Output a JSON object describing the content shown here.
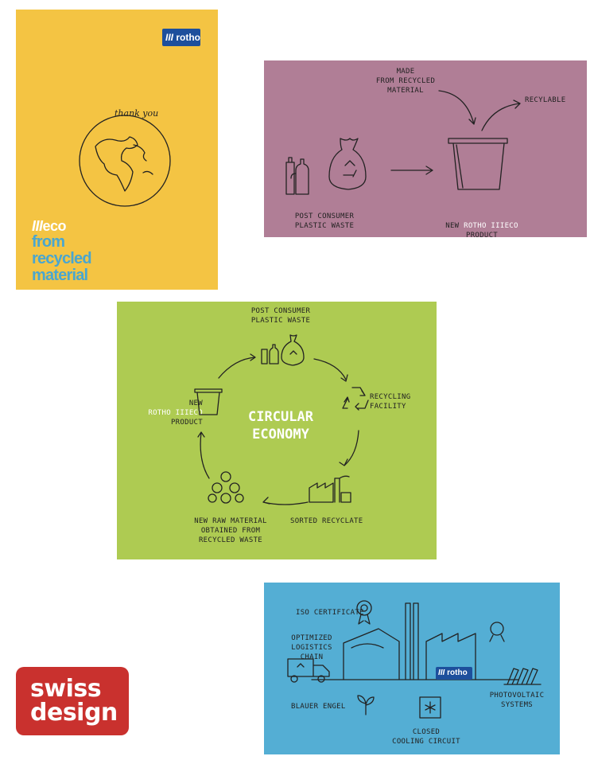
{
  "yellow_card": {
    "logo_text": "rotho",
    "handwriting": "thank you",
    "eco_label": "eco",
    "line1": "from",
    "line2": "recycled",
    "line3": "material",
    "colors": {
      "background": "#f4c443",
      "eco_white": "#ffffff",
      "text_blue": "#4aa6cf",
      "logo_blue": "#1d4f9c"
    }
  },
  "pink_card": {
    "made_from": "MADE\nFROM RECYCLED\nMATERIAL",
    "recylable": "RECYLABLE",
    "post_consumer": "POST CONSUMER\nPLASTIC WASTE",
    "new_label": "NEW",
    "brand_label": "ROTHO IIIECO",
    "product_label": "PRODUCT",
    "background": "#b07e96"
  },
  "green_card": {
    "title_line1": "CIRCULAR",
    "title_line2": "ECONOMY",
    "post_consumer": "POST CONSUMER\nPLASTIC WASTE",
    "recycling_facility": "RECYCLING\nFACILITY",
    "sorted_recyclate": "SORTED RECYCLATE",
    "new_raw_material": "NEW RAW MATERIAL\nOBTAINED FROM\nRECYCLED WASTE",
    "new_label": "NEW",
    "brand_label": "ROTHO IIIECO",
    "product_label": "PRODUCT",
    "background": "#aecb52"
  },
  "blue_card": {
    "iso": "ISO CERTIFICATE",
    "logistics": "OPTIMIZED\nLOGISTICS CHAIN",
    "blauer_engel": "BLAUER ENGEL",
    "cooling": "CLOSED\nCOOLING CIRCUIT",
    "photovoltaic": "PHOTOVOLTAIC\nSYSTEMS",
    "logo_text": "rotho",
    "background": "#54aed4"
  },
  "swiss_badge": {
    "line1": "swiss",
    "line2": "design",
    "background": "#c9312e"
  },
  "icons": [
    "recycle-icon",
    "trash-bag-icon",
    "bottles-icon",
    "bin-icon",
    "arrow-icon",
    "globe-icon",
    "factory-icon",
    "truck-icon",
    "medal-icon",
    "solar-panel-icon",
    "sprout-icon",
    "snowflake-icon",
    "spiral-icon"
  ]
}
